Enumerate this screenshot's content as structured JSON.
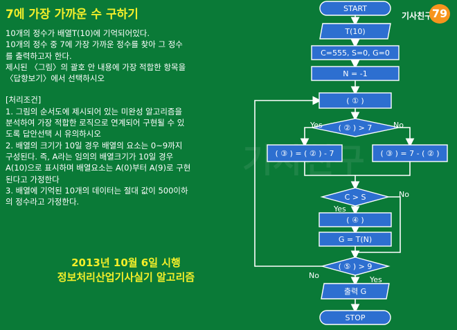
{
  "title": "7에 가장 가까운 수 구하기",
  "problem": [
    "10개의 정수가 배열T(10)에 기억되어있다.",
    "10개의 정수 중 7에 가장 가까운 정수를 찾아 그 정수",
    "를 출력하고자 한다.",
    "제시된 〈그림〉의 괄호 안 내용에 가장 적합한 항목을",
    "〈답항보기〉에서 선택하시오"
  ],
  "conditions_heading": "[처리조건]",
  "conditions": [
    "1. 그림의 순서도에 제시되어 있는 미완성 알고리즘을",
    "분석하여 가장 적합한 로직으로 연계되어 구현될 수 있",
    "도록 답안선택 시 유의하시오",
    "2. 배열의 크기가 10일 경우 배열의 요소는 0~9까지",
    "구성된다. 즉, A라는 임의의 배열크기가 10일 경우",
    "A(10)으로 표시하며 배열요소는 A(0)부터 A(9)로 구현",
    "된다고 가정한다",
    "3. 배열에 기억된 10개의 데이터는 절대 값이 500이하",
    "의 정수라고 가정한다."
  ],
  "footer": {
    "line1": "2013년 10월 6일 시행",
    "line2": "정보처리산업기사실기 알고리즘"
  },
  "logo": {
    "text": "기사친구",
    "number": "79"
  },
  "watermark": "기사친구",
  "flow": {
    "start": "START",
    "n1": "T(10)",
    "n2": "C=555, S=0, G=0",
    "n3": "N = -1",
    "n4": "( ① )",
    "d1": "( ② ) > 7",
    "yes": "Yes",
    "no": "No",
    "left_box": "( ③ ) = ( ② ) - 7",
    "right_box": "( ③ ) = 7 - ( ② )",
    "d2": "C > S",
    "n5": "( ④ )",
    "n6": "G = T(N)",
    "d3": "( ⑤ ) > 9",
    "out": "출력 G",
    "stop": "STOP"
  },
  "colors": {
    "background": "#0a7a37",
    "title": "#f4ef2a",
    "node": "#2d6fd0"
  }
}
